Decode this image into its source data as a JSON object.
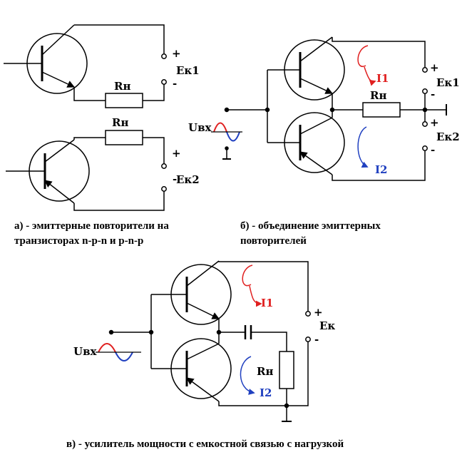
{
  "diagram_a": {
    "resistor_label": "Rн",
    "supply_1": "Ек1",
    "supply_2": "Ек2",
    "plus_sign": "+",
    "minus_sign": "-",
    "caption_line1": "а) - эмиттерные повторители на",
    "caption_line2": "транзисторах n-p-n и p-n-p"
  },
  "diagram_b": {
    "input_label": "Uвх",
    "resistor_label": "Rн",
    "current_1": "I1",
    "current_2": "I2",
    "supply_1": "Ек1",
    "supply_2": "Ек2",
    "plus_sign": "+",
    "minus_sign": "-",
    "caption_line1": "б) - объединение эмиттерных",
    "caption_line2": "повторителей"
  },
  "diagram_c": {
    "input_label": "Uвх",
    "resistor_label": "Rн",
    "current_1": "I1",
    "current_2": "I2",
    "supply": "Ек",
    "plus_sign": "+",
    "minus_sign": "-",
    "caption": "в) - усилитель мощности с емкостной связью с нагрузкой"
  },
  "colors": {
    "wire": "#000000",
    "current_1": "#e02020",
    "current_2": "#2040c0",
    "signal_positive": "#e02020",
    "signal_negative": "#2040c0"
  }
}
